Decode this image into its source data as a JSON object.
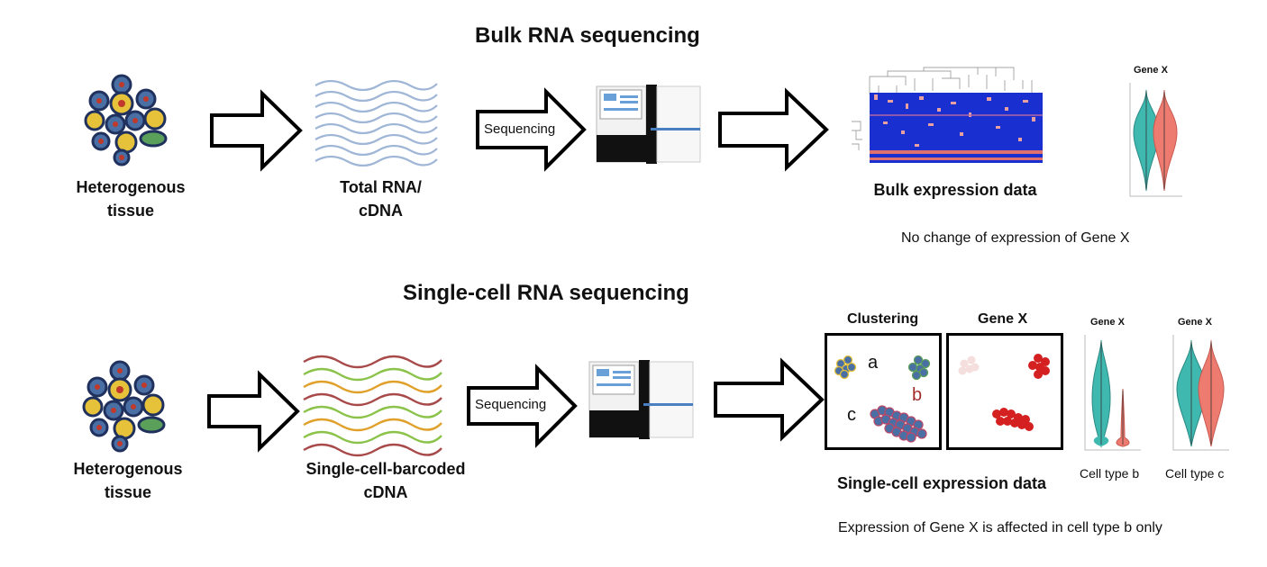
{
  "bulk": {
    "title": "Bulk RNA sequencing",
    "tissue_label_1": "Heterogenous",
    "tissue_label_2": "tissue",
    "rna_label_1": "Total RNA/",
    "rna_label_2": "cDNA",
    "sequencing_label": "Sequencing",
    "output_label": "Bulk expression data",
    "violin_title": "Gene X",
    "conclusion": "No change of expression of Gene X"
  },
  "single_cell": {
    "title": "Single-cell RNA sequencing",
    "tissue_label_1": "Heterogenous",
    "tissue_label_2": "tissue",
    "rna_label_1": "Single-cell-barcoded",
    "rna_label_2": "cDNA",
    "sequencing_label": "Sequencing",
    "clustering_title": "Clustering",
    "genex_title": "Gene X",
    "cluster_a": "a",
    "cluster_b": "b",
    "cluster_c": "c",
    "output_label": "Single-cell expression data",
    "violin_b_title": "Gene X",
    "violin_c_title": "Gene X",
    "violin_b_caption": "Cell type b",
    "violin_c_caption": "Cell type c",
    "conclusion": "Expression of Gene X is affected in cell type b only"
  },
  "colors": {
    "teal": "#3fb8b0",
    "salmon": "#ee7b70",
    "heatmap_blue": "#1a2fd0",
    "dark_red": "#a32d2d",
    "cell_blue": "#4a6fa5",
    "cell_yellow": "#e6c23a",
    "cell_green": "#5aa05a"
  }
}
